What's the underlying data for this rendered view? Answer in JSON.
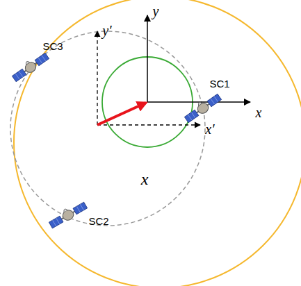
{
  "diagram": {
    "labels": [
      "SC3",
      "y′",
      "y",
      "SC1",
      "x",
      "x′",
      "x",
      "SC2"
    ]
  }
}
